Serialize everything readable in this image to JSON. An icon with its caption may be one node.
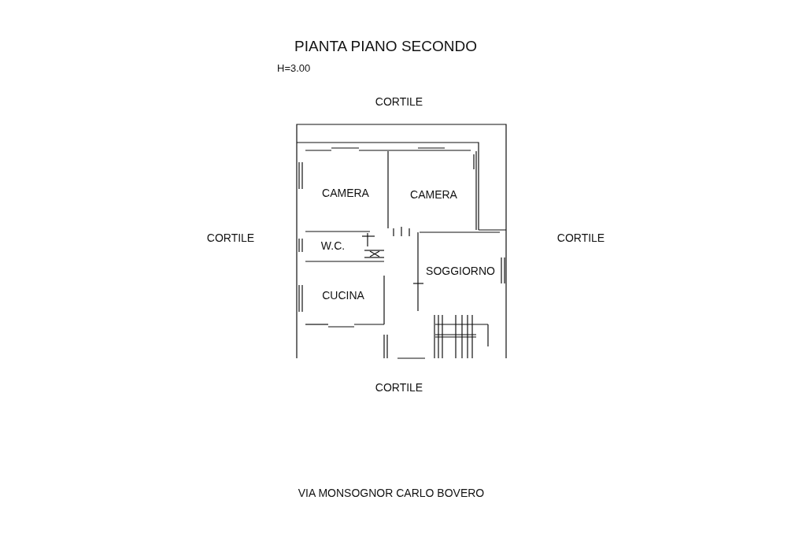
{
  "diagram": {
    "title": "PIANTA PIANO SECONDO",
    "labels": [
      "H=3.00",
      "CORTILE",
      "CORTILE",
      "CORTILE",
      "CAMERA",
      "CAMERA",
      "W.C.",
      "SOGGIORNO",
      "CUCINA",
      "CORTILE",
      "VIA MONSOGNOR CARLO BOVERO"
    ]
  }
}
